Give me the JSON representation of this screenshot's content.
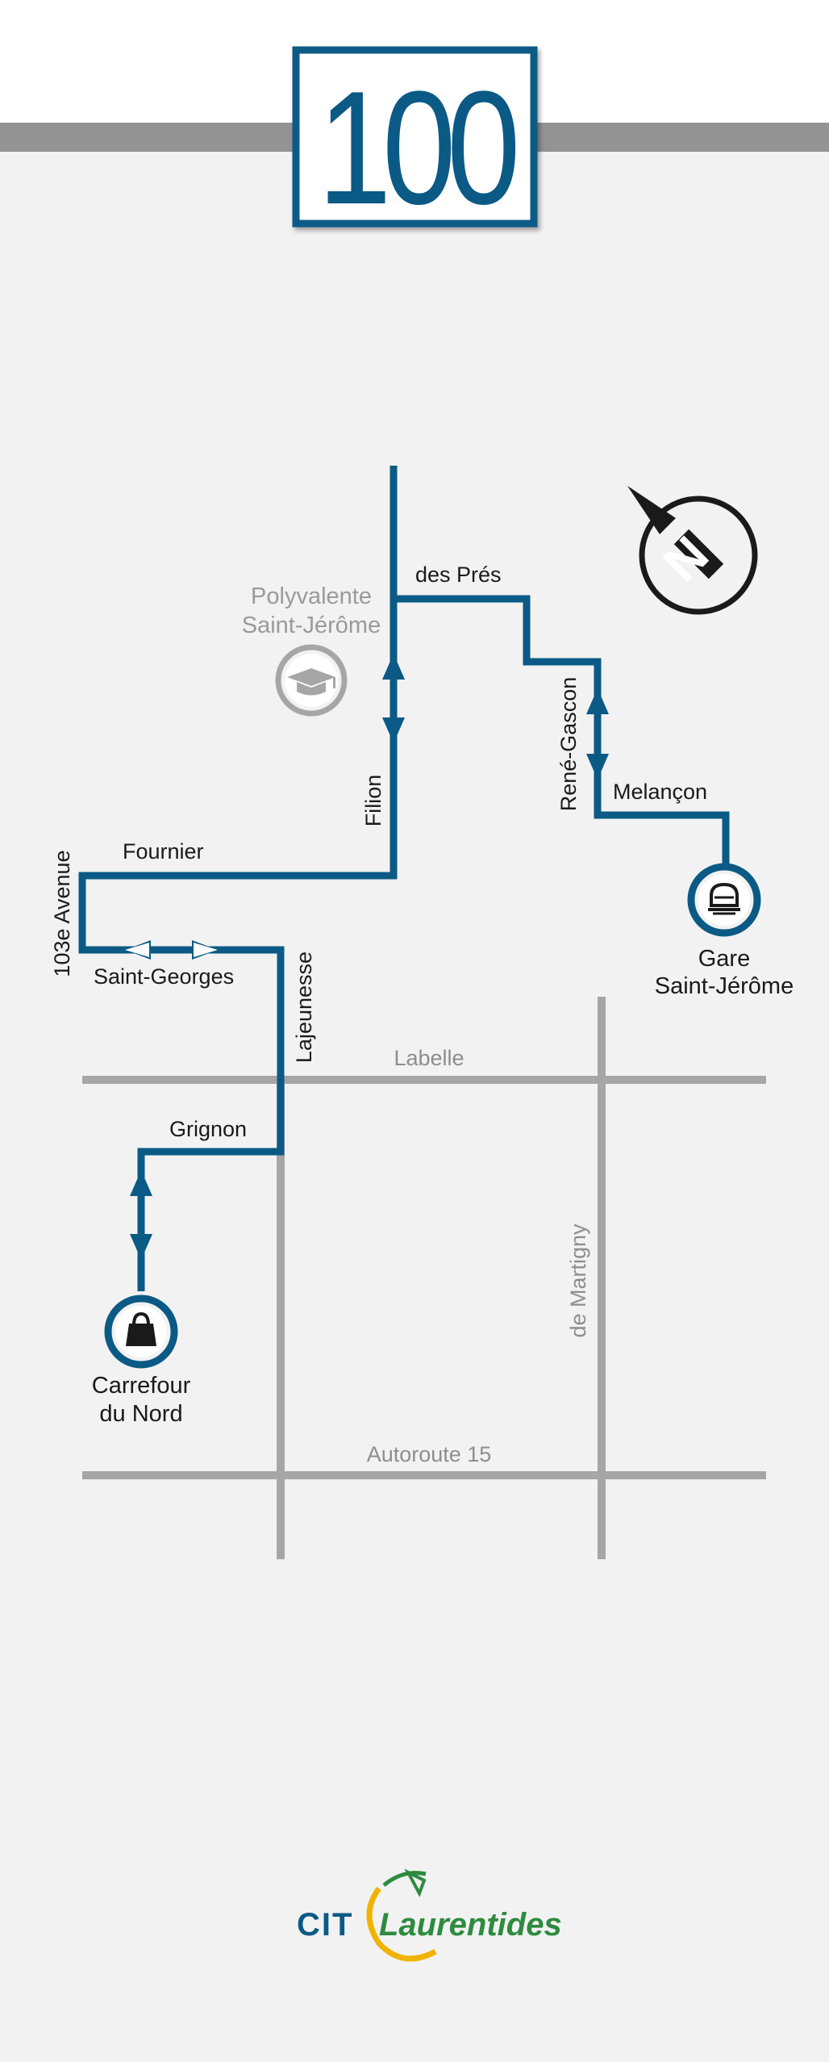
{
  "route": {
    "number": "100",
    "color": "#0b5a86"
  },
  "streets": {
    "des_pres": "des Prés",
    "rene_gascon": "René-Gascon",
    "melancon": "Melançon",
    "filion": "Filion",
    "fournier": "Fournier",
    "avenue_103": "103e Avenue",
    "saint_georges": "Saint-Georges",
    "lajeunesse": "Lajeunesse",
    "grignon": "Grignon",
    "labelle": "Labelle",
    "de_martigny": "de Martigny",
    "autoroute_15": "Autoroute 15"
  },
  "points_of_interest": {
    "polyvalente": {
      "line1": "Polyvalente",
      "line2": "Saint-Jérôme",
      "icon": "graduation-cap-icon"
    },
    "gare": {
      "line1": "Gare",
      "line2": "Saint-Jérôme",
      "icon": "train-icon"
    },
    "carrefour": {
      "line1": "Carrefour",
      "line2": "du Nord",
      "icon": "shopping-bag-icon"
    }
  },
  "logo": {
    "part1": "CIT",
    "part2": "Laurentides"
  },
  "compass": {
    "letter": "N"
  },
  "colors": {
    "route": "#0b5a86",
    "road": "#a6a6a6",
    "banner_bar": "#939393",
    "logo_blue": "#0b5a86",
    "logo_green": "#2e8b3e",
    "logo_yellow": "#f0b400"
  }
}
